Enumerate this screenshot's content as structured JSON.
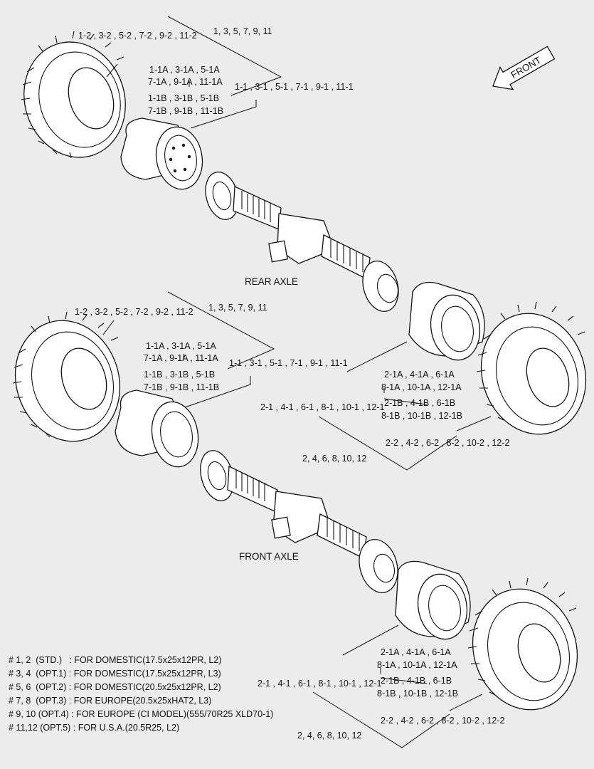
{
  "labels": {
    "front_arrow": "FRONT",
    "rear_axle": "REAR AXLE",
    "front_axle": "FRONT AXLE",
    "rear_tire_left": "1-2 , 3-2 , 5-2 , 7-2 , 9-2 , 11-2",
    "rear_assy_left": "1, 3, 5, 7, 9, 11",
    "rear_rim_a1": "1-1A , 3-1A , 5-1A",
    "rear_rim_a2": "7-1A , 9-1A , 11-1A",
    "rear_rim_b1": "1-1B , 3-1B , 5-1B",
    "rear_rim_b2": "7-1B , 9-1B , 11-1B",
    "rear_wheel_left": "1-1 , 3-1 , 5-1 , 7-1 , 9-1 , 11-1",
    "rear_rim_right_a1": "2-1A , 4-1A , 6-1A",
    "rear_rim_right_a2": "8-1A , 10-1A , 12-1A",
    "rear_rim_right_b1": "2-1B , 4-1B , 6-1B",
    "rear_rim_right_b2": "8-1B , 10-1B , 12-1B",
    "rear_wheel_right": "2-1 , 4-1 , 6-1 , 8-1 , 10-1 , 12-1",
    "rear_tire_right": "2-2 , 4-2 , 6-2 , 8-2 , 10-2 , 12-2",
    "rear_assy_right": "2, 4, 6, 8, 10, 12",
    "front_tire_left": "1-2 , 3-2 , 5-2 , 7-2 , 9-2 , 11-2",
    "front_assy_left": "1, 3, 5, 7, 9, 11",
    "front_rim_a1": "1-1A , 3-1A , 5-1A",
    "front_rim_a2": "7-1A , 9-1A , 11-1A",
    "front_rim_b1": "1-1B , 3-1B , 5-1B",
    "front_rim_b2": "7-1B , 9-1B , 11-1B",
    "front_wheel_left": "1-1 , 3-1 , 5-1 , 7-1 , 9-1 , 11-1",
    "front_rim_right_a1": "2-1A , 4-1A , 6-1A",
    "front_rim_right_a2": "8-1A , 10-1A , 12-1A",
    "front_rim_right_b1": "2-1B , 4-1B , 6-1B",
    "front_rim_right_b2": "8-1B , 10-1B , 12-1B",
    "front_wheel_right": "2-1 , 4-1 , 6-1 , 8-1 , 10-1 , 12-1",
    "front_tire_right": "2-2 , 4-2 , 6-2 , 8-2 , 10-2 , 12-2",
    "front_assy_right": "2, 4, 6, 8, 10, 12"
  },
  "legend": [
    "# 1, 2  (STD.)   : FOR DOMESTIC(17.5x25x12PR, L2)",
    "# 3, 4  (OPT.1) : FOR DOMESTIC(17.5x25x12PR, L3)",
    "# 5, 6  (OPT.2) : FOR DOMESTIC(20.5x25x12PR, L2)",
    "# 7, 8  (OPT.3) : FOR EUROPE(20.5x25xHAT2, L3)",
    "# 9, 10 (OPT.4) : FOR EUROPE (CI MODEL)(555/70R25 XLD70-1)",
    "# 11,12 (OPT.5) : FOR U.S.A.(20.5R25, L2)"
  ]
}
